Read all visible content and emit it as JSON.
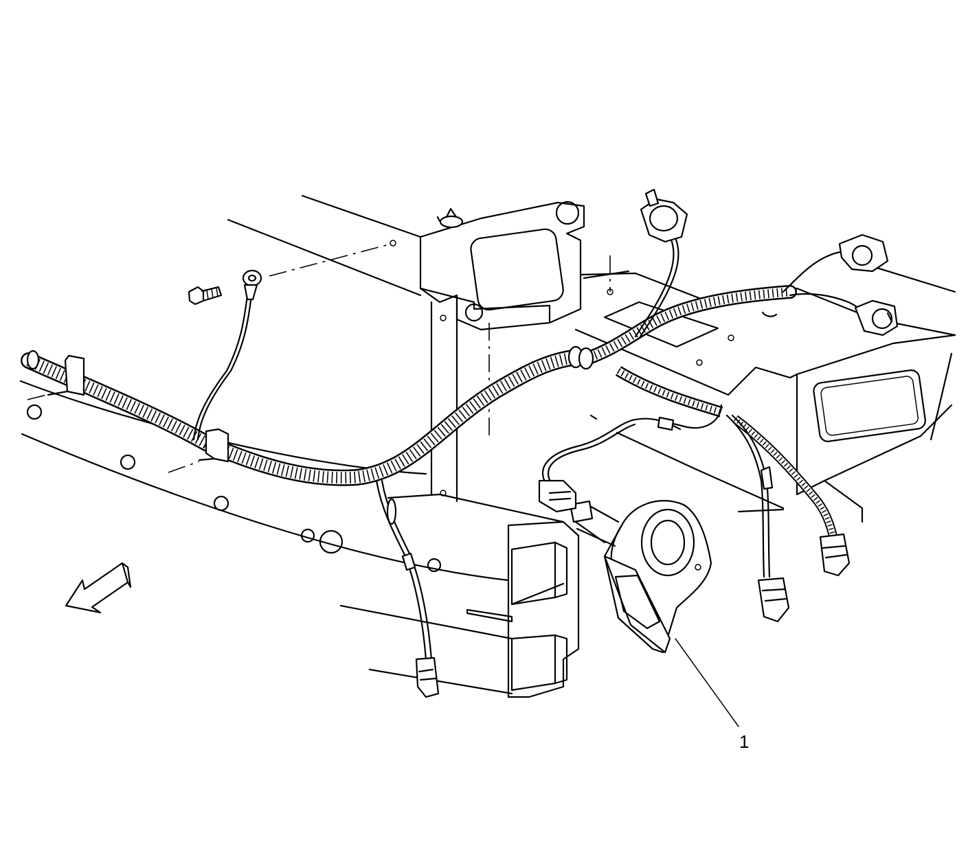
{
  "figure": {
    "callouts": [
      {
        "id": "1",
        "label": "1",
        "part": "horn"
      }
    ],
    "colors": {
      "line": "#000000",
      "background": "#ffffff"
    },
    "icons": [
      "front-direction-arrow-icon",
      "ground-bolt-icon",
      "wing-nut-icon"
    ]
  }
}
